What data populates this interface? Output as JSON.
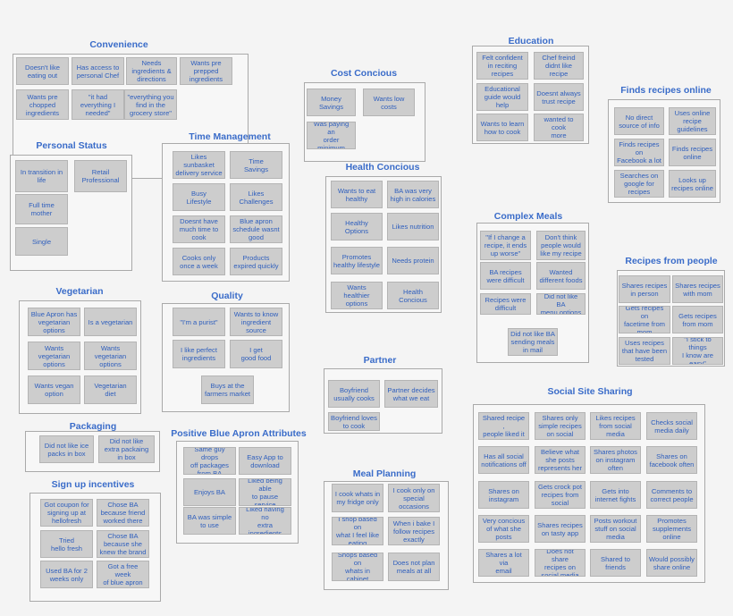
{
  "groups": [
    {
      "id": "convenience",
      "title": "Convenience",
      "notes": [
        "Doesn't like\neating out",
        "Has access to\npersonal Chef",
        "Needs\ningredients &\ndirections",
        "Wants pre\nprepped\ningredients",
        "Wants pre\nchopped\ningredients",
        "\"it had\neverything I\nneeded\"",
        "\"everything you\nfind in the\ngrocery store\""
      ]
    },
    {
      "id": "personal-status",
      "title": "Personal Status",
      "notes": [
        "In transition in\nlife",
        "Retail\nProfessional",
        "Full time\nmother",
        "Single"
      ]
    },
    {
      "id": "time-management",
      "title": "Time Management",
      "notes": [
        "Likes sunbasket\ndelivery service",
        "Time\nSavings",
        "Busy\nLifestyle",
        "Likes\nChallenges",
        "Doesnt have\nmuch time to\ncook",
        "Blue apron\nschedule wasnt\ngood",
        "Cooks only\nonce a week",
        "Products\nexpired quickly"
      ]
    },
    {
      "id": "vegetarian",
      "title": "Vegetarian",
      "notes": [
        "Blue Apron has\nvegetarian\noptions",
        "Is a vegetarian",
        "Wants\nvegetarian\noptions",
        "Wants\nvegetarian\noptions",
        "Wants vegan\noption",
        "Vegetarian\ndiet"
      ]
    },
    {
      "id": "quality",
      "title": "Quality",
      "notes": [
        "\"I'm a purist\"",
        "Wants to know\ningredient\nsource",
        "I like perfect\ningredients",
        "I get\ngood food",
        "Buys at the\nfarmers market"
      ]
    },
    {
      "id": "packaging",
      "title": "Packaging",
      "notes": [
        "Did not like ice\npacks in box",
        "Did not like\nextra packaing\nin box"
      ]
    },
    {
      "id": "positive-ba",
      "title": "Positive Blue Apron Attributes",
      "notes": [
        "Same guy drops\noff packages\nfrom BA",
        "Easy App to\ndownload",
        "Enjoys BA",
        "Liked being able\nto pause service",
        "BA was simple\nto use",
        "Liked having no\nextra\ningredients"
      ]
    },
    {
      "id": "signup",
      "title": "Sign up incentives",
      "notes": [
        "Got coupon for\nsigning up at\nhellofresh",
        "Chose BA\nbecause friend\nworked there",
        "Tried\nhello fresh",
        "Chose BA\nbecause she\nknew the brand",
        "Used BA for 2\nweeks only",
        "Got a free week\nof blue apron"
      ]
    },
    {
      "id": "cost",
      "title": "Cost Concious",
      "notes": [
        "Money\nSavings",
        "Wants low\ncosts",
        "Was paying an\norder minimum"
      ]
    },
    {
      "id": "health",
      "title": "Health Concious",
      "notes": [
        "Wants to eat\nhealthy",
        "BA was very\nhigh in calories",
        "Healthy\nOptions",
        "Likes nutrition",
        "Promotes\nhealthy lifestyle",
        "Needs protein",
        "Wants healthier\noptions",
        "Health\nConcious"
      ]
    },
    {
      "id": "partner",
      "title": "Partner",
      "notes": [
        "Boyfriend\nusually cooks",
        "Partner decides\nwhat we eat",
        "Boyfriend loves\nto cook"
      ]
    },
    {
      "id": "meal-planning",
      "title": "Meal Planning",
      "notes": [
        "I cook whats in\nmy fridge only",
        "I cook only on\nspecial\noccasions",
        "I shop based on\nwhat I feel like\neating",
        "When i bake I\nfollow recipes\nexactly",
        "Shops based on\nwhats in\ncabinet",
        "Does not plan\nmeals at all"
      ]
    },
    {
      "id": "education",
      "title": "Education",
      "notes": [
        "Felt confident\nin reciting\nrecipes",
        "Chef freind\ndidnt like recipe",
        "Educational\nguide would\nhelp",
        "Doesnt always\ntrust recipe",
        "Wants to learn\nhow to cook",
        "wanted to cook\nmore"
      ]
    },
    {
      "id": "complex-meals",
      "title": "Complex Meals",
      "notes": [
        "\"If I change a\nrecipe, it ends\nup worse\"",
        "Don't think\npeople would\nlike my recipe",
        "BA recipes\nwere difficult",
        "Wanted\ndifferent foods",
        "Recipes were\ndifficult",
        "Did not like BA\nmenu options",
        "Did not like BA\nsending meals\nin mail"
      ]
    },
    {
      "id": "finds-online",
      "title": "Finds recipes online",
      "notes": [
        "No direct\nsource of info",
        "Uses online\nrecipe\nguidelines",
        "Finds recipes on\nFacebook a lot",
        "Finds recipes\nonline",
        "Searches on\ngoogle for\nrecipes",
        "Looks up\nrecipes online"
      ]
    },
    {
      "id": "from-people",
      "title": "Recipes from people",
      "notes": [
        "Shares recipes\nin person",
        "Shares recipes\nwith mom",
        "Gets recipes on\nfacetime from\nmom",
        "Gets recipes\nfrom mom",
        "Uses recipes\nthat have been\ntested",
        "\"I stick to things\nI know are easy\""
      ]
    },
    {
      "id": "social",
      "title": "Social Site Sharing",
      "notes": [
        "Shared recipe ,\npeople liked it",
        "Shares only\nsimple recipes\non social",
        "Likes recipes\nfrom social\nmedia",
        "Checks social\nmedia daily",
        "Has all social\nnotifications off",
        "Believe what\nshe posts\nrepresents her",
        "Shares photos\non instagram\noften",
        "Shares on\nfacebook often",
        "Shares on\ninstagram",
        "Gets crock pot\nrecipes from\nsocial",
        "Gets into\ninternet fights",
        "Comments to\ncorrect people",
        "Very concious\nof what she\nposts",
        "Shares recipes\non tasty app",
        "Posts workout\nstuff on social\nmedia",
        "Promotes\nsupplements\nonline",
        "Shares a lot via\nemail",
        "Does not share\nrecipes on\nsocial media",
        "Shared to\nfriends",
        "Would possibly\nshare online"
      ]
    }
  ]
}
